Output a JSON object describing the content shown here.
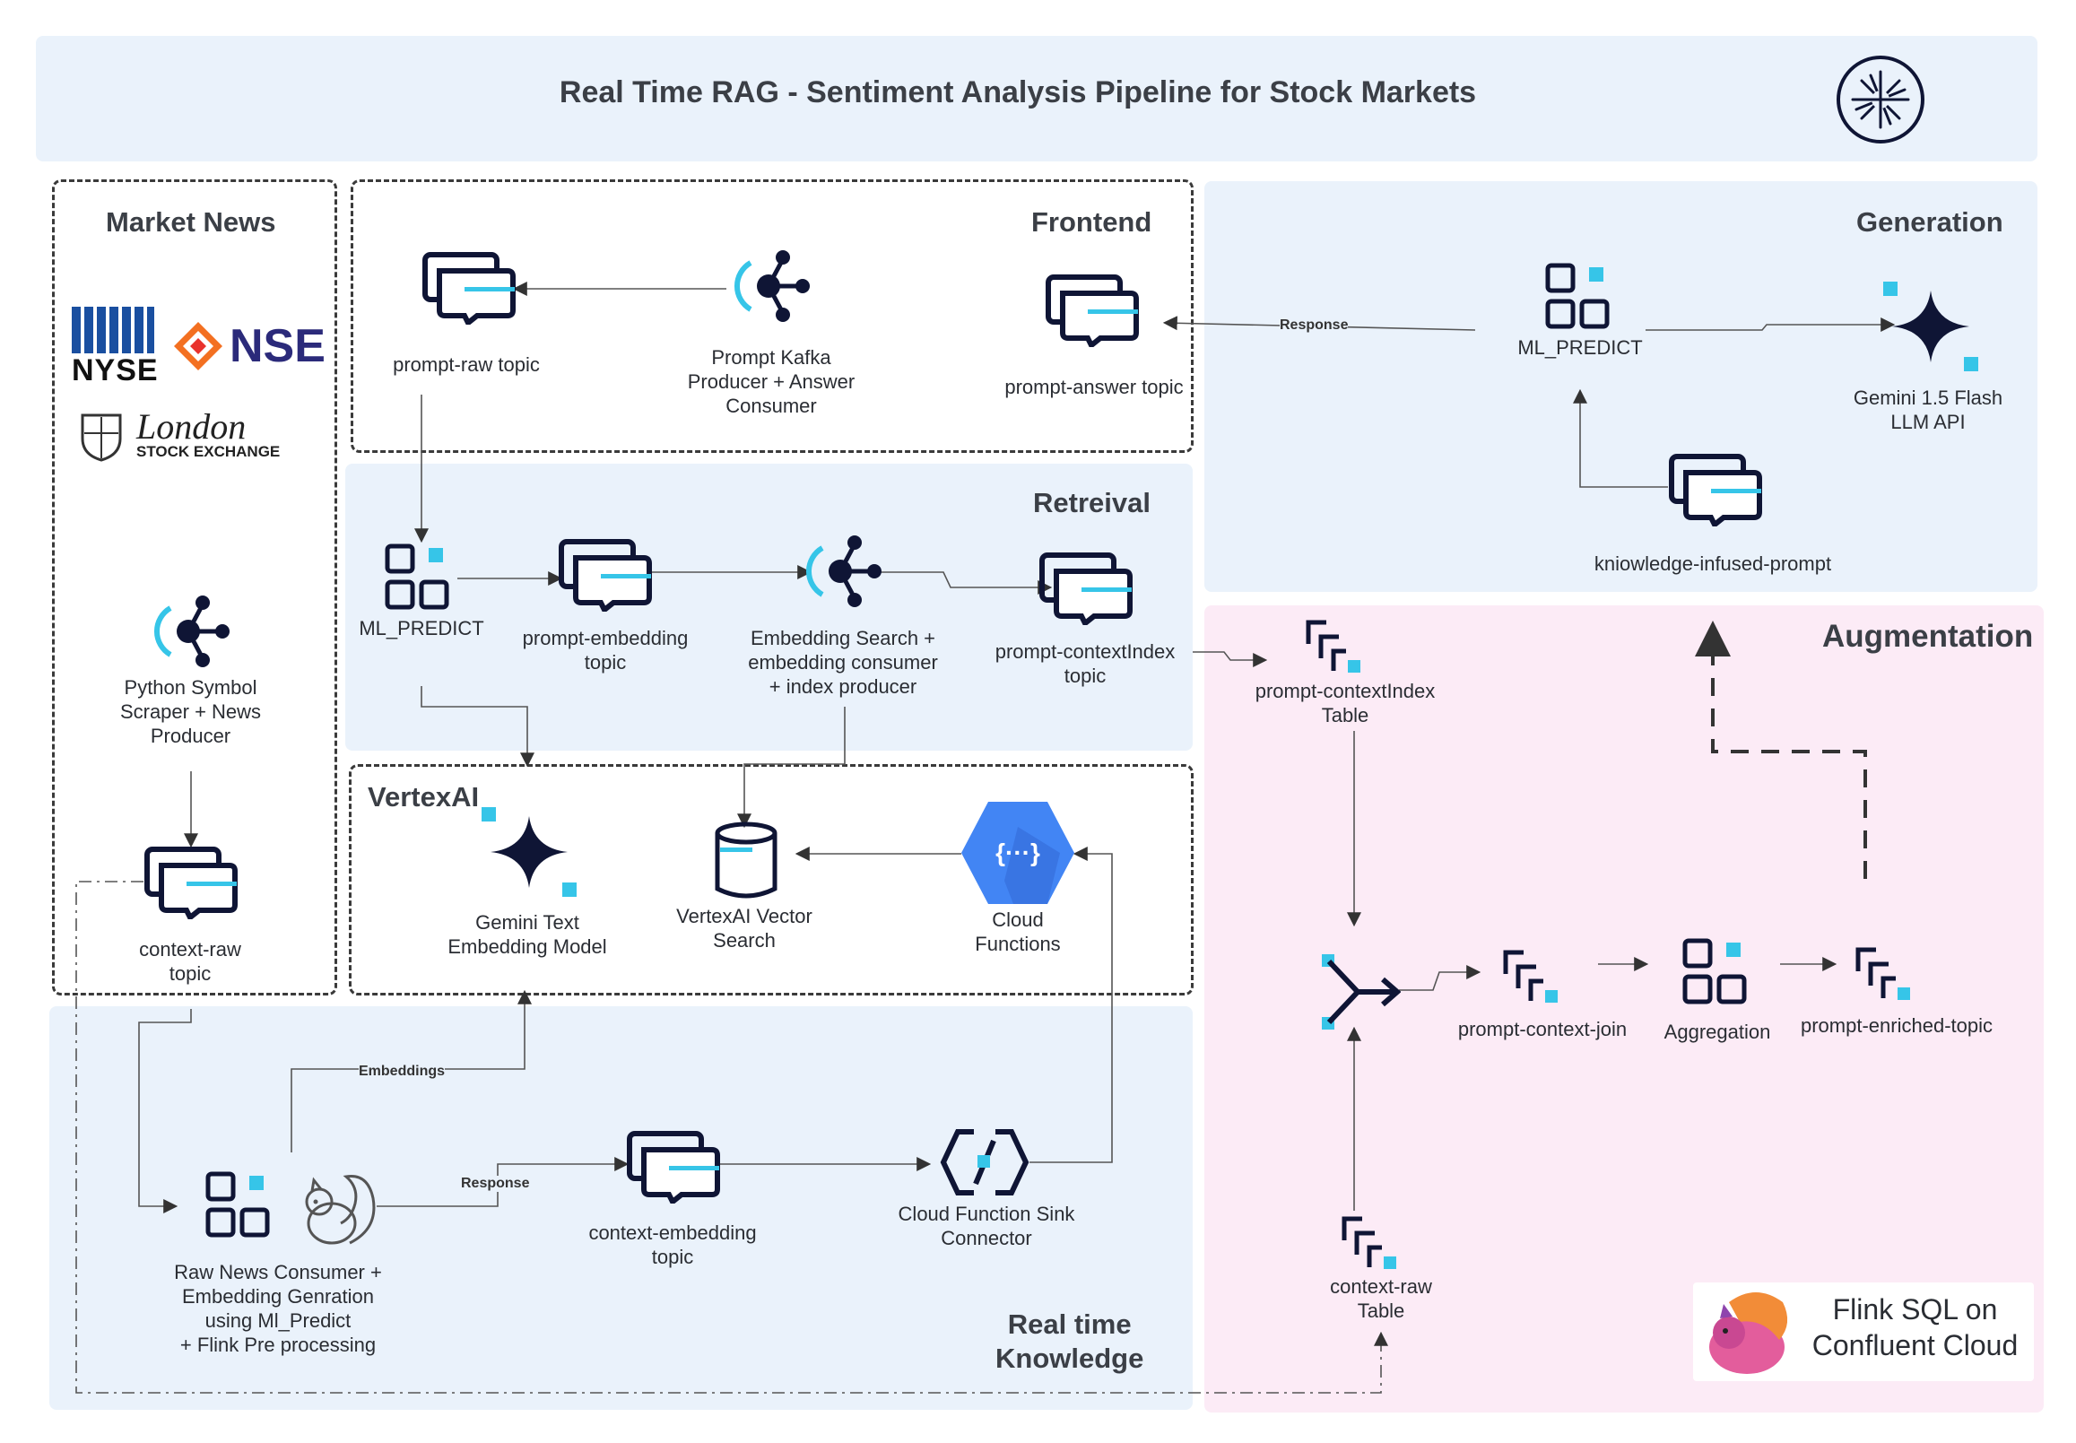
{
  "title": "Real Time RAG - Sentiment Analysis Pipeline for Stock Markets",
  "sections": {
    "market_news": "Market News",
    "frontend": "Frontend",
    "generation": "Generation",
    "retrieval": "Retreival",
    "augmentation": "Augmentation",
    "vertexai": "VertexAI",
    "realtime_line1": "Real time",
    "realtime_line2": "Knowledge"
  },
  "logos": {
    "nyse": "NYSE",
    "nse": "NSE",
    "lse_line1": "London",
    "lse_line2": "STOCK EXCHANGE"
  },
  "nodes": {
    "prompt_raw": "prompt-raw topic",
    "prompt_producer": [
      "Prompt Kafka",
      "Producer + Answer",
      "Consumer"
    ],
    "prompt_answer": "prompt-answer topic",
    "gen_ml_predict": "ML_PREDICT",
    "gemini_flash": [
      "Gemini 1.5 Flash",
      "LLM API"
    ],
    "knowledge_prompt": "kniowledge-infused-prompt",
    "ret_ml_predict": "ML_PREDICT",
    "prompt_embedding": [
      "prompt-embedding",
      "topic"
    ],
    "embedding_search": [
      "Embedding Search +",
      "embedding consumer",
      "+ index producer"
    ],
    "prompt_contextindex_topic": [
      "prompt-contextIndex",
      "topic"
    ],
    "prompt_contextindex_table": [
      "prompt-contextIndex",
      "Table"
    ],
    "python_scraper": [
      "Python Symbol",
      "Scraper + News",
      "Producer"
    ],
    "context_raw_topic": [
      "context-raw",
      "topic"
    ],
    "gemini_text": [
      "Gemini Text",
      "Embedding Model"
    ],
    "vector_search": [
      "VertexAI Vector",
      "Search"
    ],
    "cloud_functions": [
      "Cloud",
      "Functions"
    ],
    "prompt_context_join": "prompt-context-join",
    "aggregation": "Aggregation",
    "prompt_enriched": "prompt-enriched-topic",
    "raw_news_consumer": [
      "Raw News Consumer +",
      "Embedding Genration",
      "using Ml_Predict",
      "+ Flink Pre processing"
    ],
    "context_embedding": [
      "context-embedding",
      "topic"
    ],
    "sink_connector": [
      "Cloud Function Sink",
      "Connector"
    ],
    "context_raw_table": [
      "context-raw",
      "Table"
    ]
  },
  "edge_labels": {
    "response_top": "Response",
    "embeddings": "Embeddings",
    "response_bottom": "Response"
  },
  "badge": {
    "line1": "Flink SQL on",
    "line2": "Confluent Cloud"
  },
  "colors": {
    "navy": "#0f1535",
    "cyan": "#36c5e8",
    "blue_panel": "#eaf2fb",
    "pink_panel": "#fcebf6",
    "google_blue": "#4285f4"
  }
}
